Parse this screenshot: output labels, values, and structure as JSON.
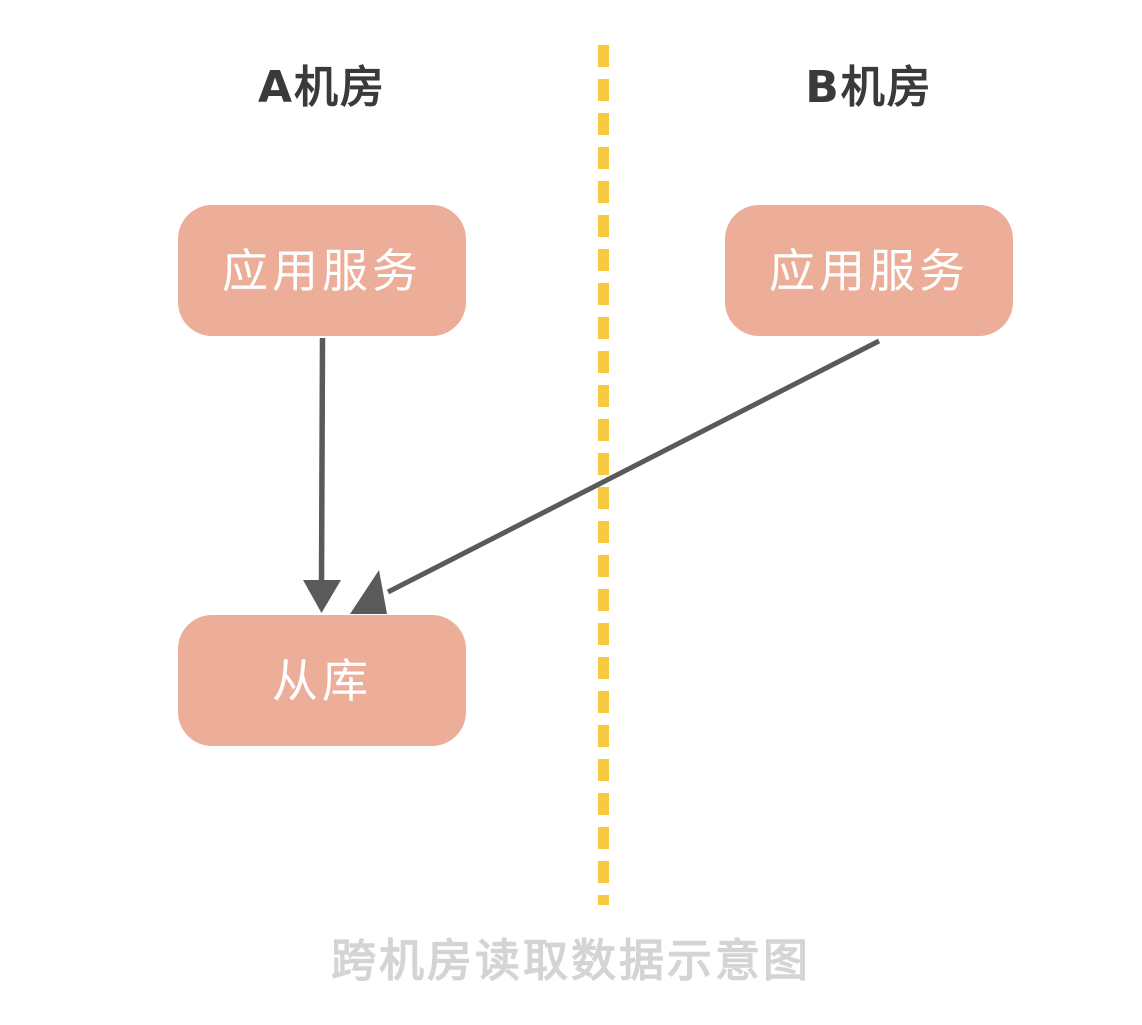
{
  "diagram": {
    "caption": "跨机房读取数据示意图",
    "background_color": "#FFFFFF"
  },
  "zones": [
    {
      "id": "a",
      "title": "A机房",
      "title_color": "#3A3A3A"
    },
    {
      "id": "b",
      "title": "B机房",
      "title_color": "#3A3A3A"
    }
  ],
  "divider": {
    "name": "zone-divider",
    "style": "dashed",
    "orientation": "vertical",
    "color": "#F7C93E",
    "dash_length": 22,
    "gap_length": 12,
    "thickness": 11
  },
  "nodes": [
    {
      "id": "app-a",
      "label": "应用服务",
      "zone": "a",
      "fill": "#EDAE99",
      "text_color": "#FFFFFF"
    },
    {
      "id": "app-b",
      "label": "应用服务",
      "zone": "b",
      "fill": "#EDAE99",
      "text_color": "#FFFFFF"
    },
    {
      "id": "slave",
      "label": "从库",
      "zone": "a",
      "fill": "#EDAE99",
      "text_color": "#FFFFFF"
    }
  ],
  "connectors": [
    {
      "id": "local-read",
      "from": "app-a",
      "to": "slave",
      "kind": "arrow",
      "color": "#5A5A5A",
      "crosses_divider": false
    },
    {
      "id": "cross-zone-read",
      "from": "app-b",
      "to": "slave",
      "kind": "arrow",
      "color": "#5A5A5A",
      "crosses_divider": true
    }
  ]
}
